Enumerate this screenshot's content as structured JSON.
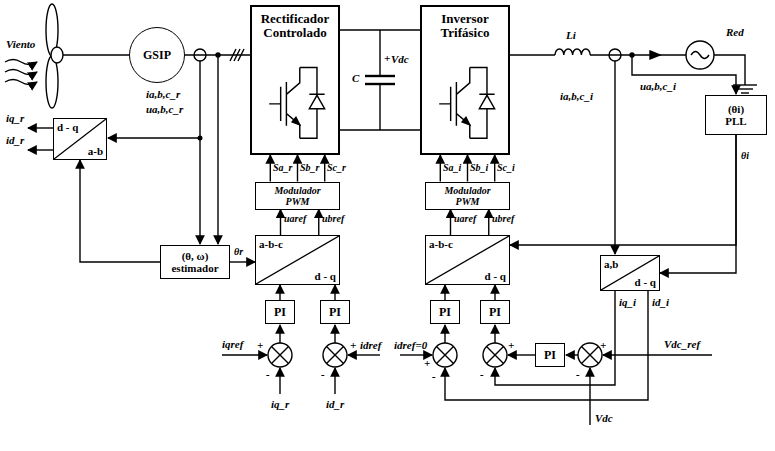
{
  "diagram": {
    "nodes": [
      {
        "text": [
          "GSIP"
        ]
      },
      {
        "text": [
          "Rectificador Controlado"
        ]
      },
      {
        "text": [
          "Inversor Trifásico"
        ]
      },
      {
        "text": [
          "(θi) PLL"
        ]
      },
      {
        "text": [
          "d - q",
          "a-b"
        ]
      },
      {
        "text": [
          "Modulador PWM"
        ]
      },
      {
        "text": [
          "Modulador PWM"
        ]
      },
      {
        "text": [
          "a-b-c",
          "d - q"
        ]
      },
      {
        "text": [
          "a-b-c",
          "d - q"
        ]
      },
      {
        "text": [
          "(θ, ω) estimador"
        ]
      },
      {
        "text": [
          "a,b",
          "d - q"
        ]
      },
      {
        "text": [
          "PI"
        ]
      },
      {
        "text": [
          "PI"
        ]
      },
      {
        "text": [
          "PI"
        ]
      },
      {
        "text": [
          "PI"
        ]
      },
      {
        "text": [
          "PI"
        ]
      }
    ],
    "edges": [
      {
        "from": 0,
        "to": 1,
        "arrow": "none"
      },
      {
        "from": 5,
        "to": 1,
        "arrow": "to",
        "label": "Sa_r"
      },
      {
        "from": 5,
        "to": 1,
        "arrow": "to",
        "label": "Sb_r"
      },
      {
        "from": 5,
        "to": 1,
        "arrow": "to",
        "label": "Sc_r"
      },
      {
        "from": 6,
        "to": 2,
        "arrow": "to",
        "label": "Sa_i"
      },
      {
        "from": 6,
        "to": 2,
        "arrow": "to",
        "label": "Sb_i"
      },
      {
        "from": 6,
        "to": 2,
        "arrow": "to",
        "label": "Sc_i"
      },
      {
        "from": 7,
        "to": 5,
        "arrow": "to",
        "label": "uaref"
      },
      {
        "from": 7,
        "to": 5,
        "arrow": "to",
        "label": "ubref"
      },
      {
        "from": 8,
        "to": 6,
        "arrow": "to",
        "label": "uaref"
      },
      {
        "from": 8,
        "to": 6,
        "arrow": "to",
        "label": "ubref"
      },
      {
        "from": 11,
        "to": 7,
        "arrow": "to"
      },
      {
        "from": 12,
        "to": 7,
        "arrow": "to"
      },
      {
        "from": 13,
        "to": 8,
        "arrow": "to"
      },
      {
        "from": 14,
        "to": 8,
        "arrow": "to"
      },
      {
        "from": 9,
        "to": 7,
        "arrow": "to",
        "label": "θr"
      },
      {
        "from": 9,
        "to": 4,
        "arrow": "to"
      },
      {
        "from": 3,
        "to": 10,
        "arrow": "to",
        "label": "θi"
      },
      {
        "from": 3,
        "to": 8,
        "arrow": "to"
      }
    ],
    "labels": [
      "Viento",
      "ia,b,c_r",
      "ua,b,c_r",
      "+",
      "Vdc",
      "C",
      "Li",
      "Red",
      "ua,b,c_i",
      "ia,b,c_i",
      "iq_r",
      "id_r",
      "iq_i",
      "id_i",
      "iqref",
      "+",
      "-",
      "iq_r",
      "+",
      "-",
      "idref",
      "id_r",
      "idref=0",
      "+",
      "-",
      "+",
      "-",
      "Vdc_ref",
      "+",
      "-",
      "Vdc"
    ]
  }
}
